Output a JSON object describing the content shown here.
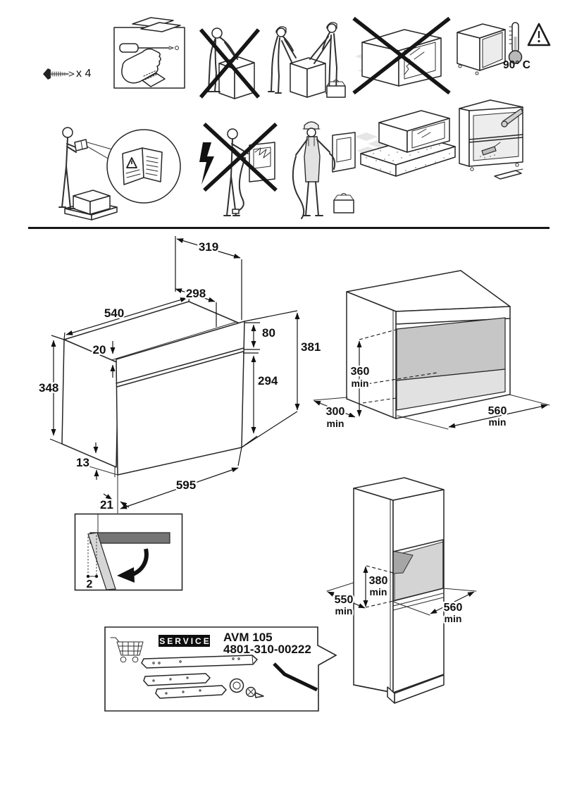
{
  "page": {
    "background": "#ffffff",
    "ink": "#1f1f1f"
  },
  "screws": {
    "label": "x 4"
  },
  "thermal": {
    "label": "90° C"
  },
  "oven": {
    "top_depth": "319",
    "recess_depth": "298",
    "body_width": "540",
    "top_step": "20",
    "band_height": "80",
    "front_height": "381",
    "door_height": "294",
    "body_height": "348",
    "bottom_step": "13",
    "front_width": "595",
    "side_step": "21"
  },
  "door_detail": {
    "clearance": "2"
  },
  "niche_countertop": {
    "height": "360",
    "height_unit": "min",
    "depth": "300",
    "depth_unit": "min",
    "width": "560",
    "width_unit": "min"
  },
  "niche_column": {
    "height": "380",
    "height_unit": "min",
    "depth": "550",
    "depth_unit": "min",
    "width": "560",
    "width_unit": "min"
  },
  "service": {
    "badge": "SERVICE",
    "model": "AVM 105",
    "part_code": "4801-310-00222"
  }
}
